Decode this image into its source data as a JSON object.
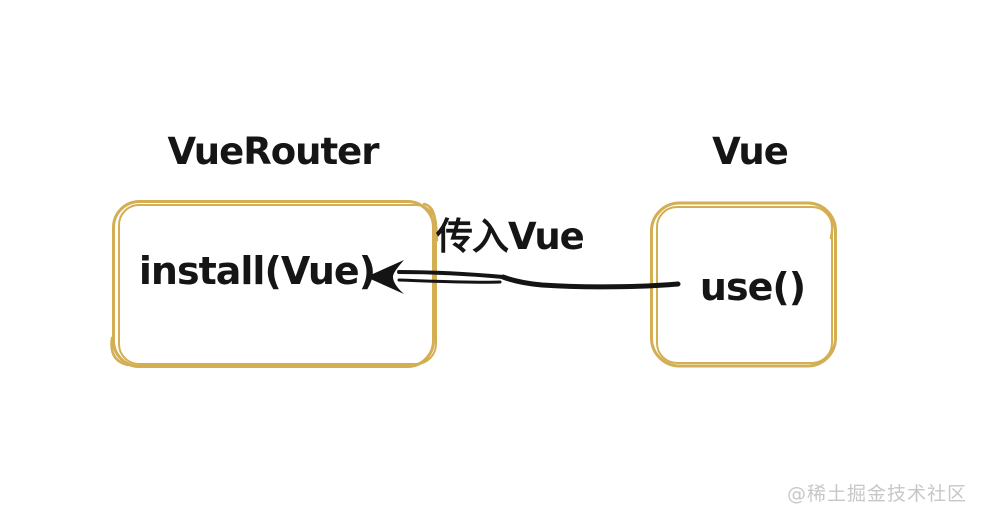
{
  "diagram": {
    "background_color": "#ffffff",
    "box_stroke_color": "#d3ae52",
    "ink_color": "#141414",
    "watermark_color": "#c7c7c7",
    "nodes": [
      {
        "id": "vuerouter",
        "title": "VueRouter",
        "body": "install(Vue)"
      },
      {
        "id": "vue",
        "title": "Vue",
        "body": "use()"
      }
    ],
    "arrow": {
      "label": "传入Vue",
      "direction": "right-to-left",
      "from_node": "vue",
      "to_node": "vuerouter"
    },
    "watermark": "@稀土掘金技术社区"
  }
}
